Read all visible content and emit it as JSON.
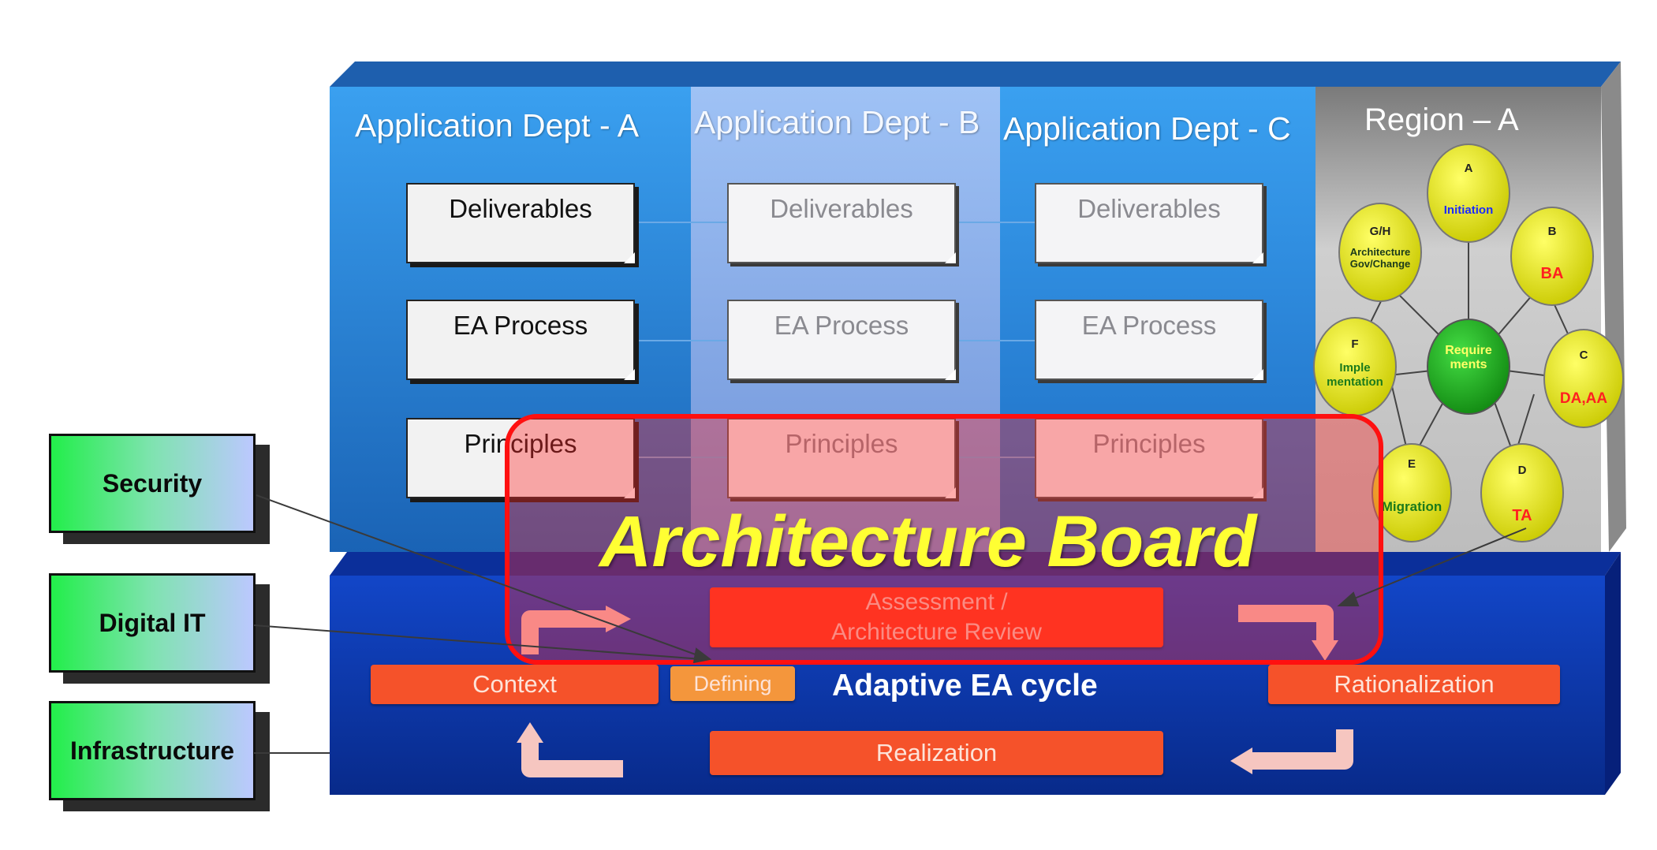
{
  "columns": [
    {
      "title": "Application Dept - A"
    },
    {
      "title": "Application Dept - B"
    },
    {
      "title": "Application Dept - C"
    }
  ],
  "cards": {
    "deliverables": "Deliverables",
    "ea_process": "EA Process",
    "principles": "Principles"
  },
  "region": {
    "title": "Region – A",
    "nodes": {
      "a": {
        "letter": "A",
        "label": "Initiation"
      },
      "b": {
        "letter": "B",
        "label": "BA"
      },
      "c": {
        "letter": "C",
        "label": "DA,AA"
      },
      "d": {
        "letter": "D",
        "label": "TA"
      },
      "e": {
        "letter": "E",
        "label": "Migration"
      },
      "f": {
        "letter": "F",
        "label": "Imple mentation"
      },
      "gh": {
        "letter": "G/H",
        "label": "Architecture Gov/Change"
      },
      "center": {
        "label": "Require ments"
      }
    }
  },
  "side_boxes": {
    "security": "Security",
    "digital_it": "Digital IT",
    "infrastructure": "Infrastructure"
  },
  "board": {
    "title": "Architecture Board"
  },
  "cycle": {
    "assessment_line1": "Assessment /",
    "assessment_line2": "Architecture Review",
    "context": "Context",
    "defining": "Defining",
    "label": "Adaptive EA cycle",
    "rationalization": "Rationalization",
    "realization": "Realization"
  },
  "colors": {
    "dept_blue": "#2f8fe6",
    "cycle_blue": "#0a3cb8",
    "orange": "#f5522a",
    "board_red": "#ff1a1a",
    "board_text": "#ffff33",
    "node_yellow": "#e6e600",
    "node_green": "#22bb22"
  }
}
